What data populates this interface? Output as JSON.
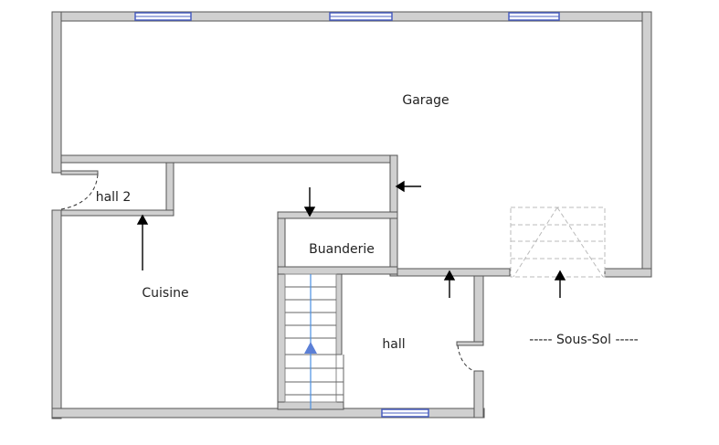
{
  "plan": {
    "rooms": {
      "garage": "Garage",
      "hall2": "hall 2",
      "cuisine": "Cuisine",
      "buanderie": "Buanderie",
      "hall": "hall"
    },
    "level_label": "----- Sous-Sol -----",
    "colors": {
      "wall_fill": "#d0d0d0",
      "wall_stroke": "#555555",
      "window": "#4a5fc1",
      "stair_line": "#4a90e2",
      "stair_arrow": "#5b7fd6",
      "dashed": "#bbbbbb"
    }
  }
}
